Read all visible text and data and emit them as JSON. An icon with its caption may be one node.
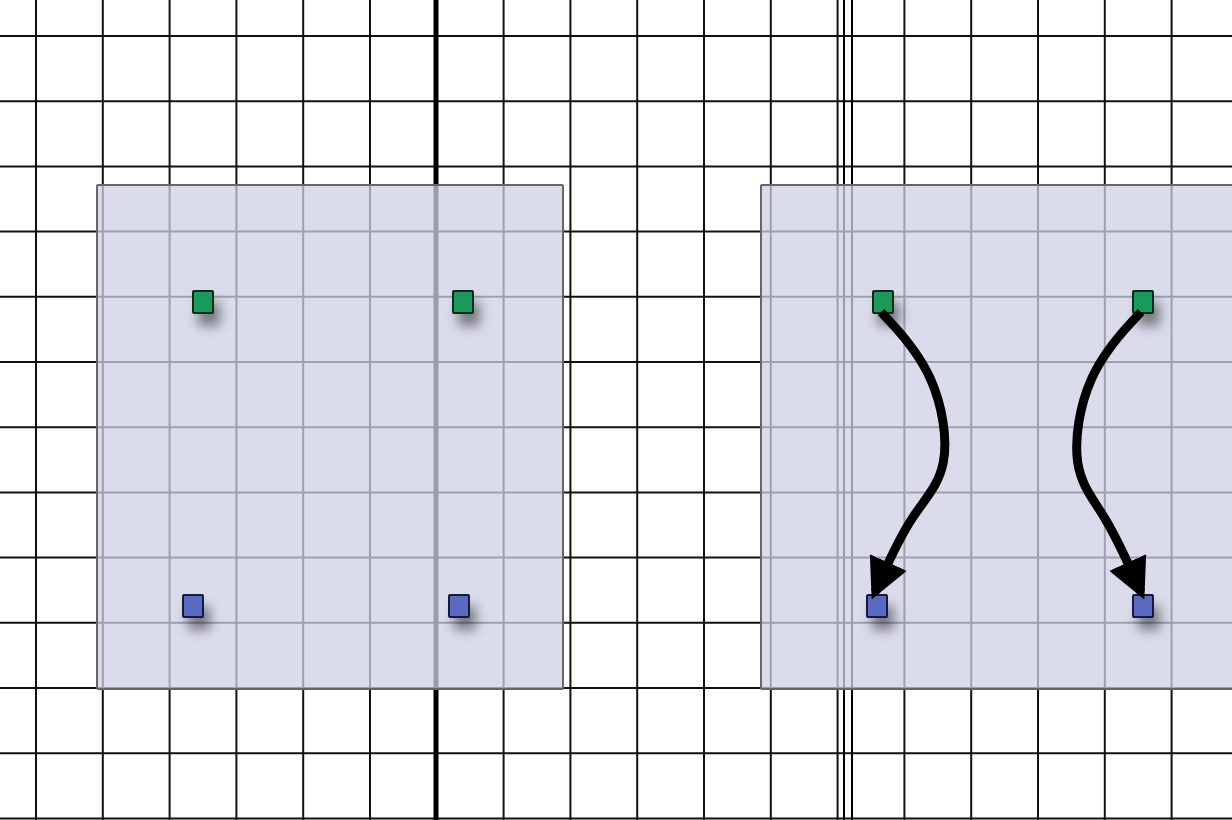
{
  "diagram": {
    "nodes": [
      {
        "text": [],
        "shape": "box"
      },
      {
        "text": [],
        "shape": "box",
        "in": 0
      },
      {
        "text": [],
        "shape": "box",
        "in": 0
      },
      {
        "text": [],
        "shape": "box",
        "in": 0
      },
      {
        "text": [],
        "shape": "box",
        "in": 0
      },
      {
        "text": [],
        "shape": "box"
      },
      {
        "text": [],
        "shape": "box",
        "in": 5
      },
      {
        "text": [],
        "shape": "box",
        "in": 5
      },
      {
        "text": [],
        "shape": "box",
        "in": 5
      },
      {
        "text": [],
        "shape": "box",
        "in": 5
      }
    ],
    "edges": [
      {
        "from": 6,
        "to": 8,
        "arrow": "to"
      },
      {
        "from": 7,
        "to": 9,
        "arrow": "to"
      }
    ]
  }
}
